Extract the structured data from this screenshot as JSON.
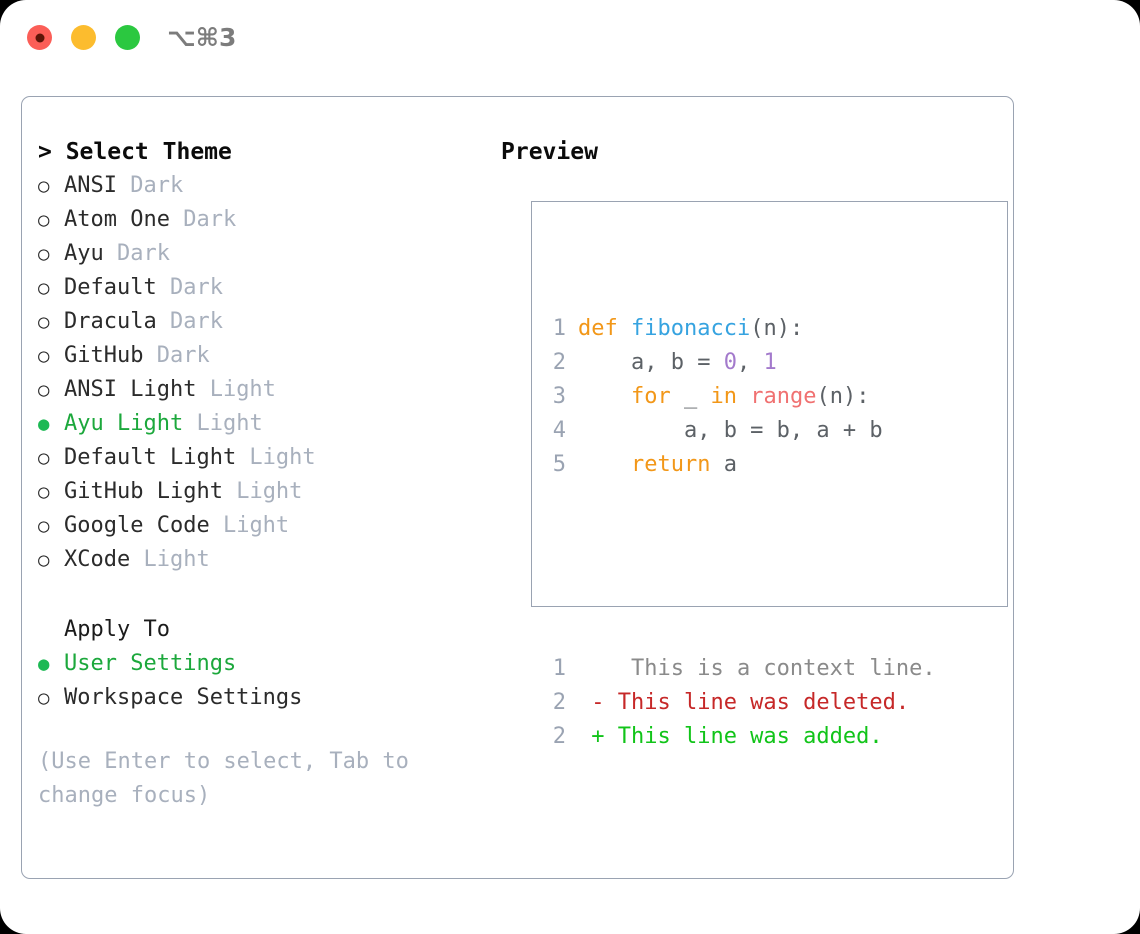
{
  "titlebar": {
    "shortcut": "⌥⌘3",
    "buttons": [
      "close",
      "minimize",
      "maximize"
    ]
  },
  "theme_panel": {
    "heading": "> Select Theme",
    "selected_marker": "●",
    "unselected_marker": "○",
    "items": [
      {
        "name": "ANSI",
        "variant": "Dark",
        "selected": false
      },
      {
        "name": "Atom One",
        "variant": "Dark",
        "selected": false
      },
      {
        "name": "Ayu",
        "variant": "Dark",
        "selected": false
      },
      {
        "name": "Default",
        "variant": "Dark",
        "selected": false
      },
      {
        "name": "Dracula",
        "variant": "Dark",
        "selected": false
      },
      {
        "name": "GitHub",
        "variant": "Dark",
        "selected": false
      },
      {
        "name": "ANSI Light",
        "variant": "Light",
        "selected": false
      },
      {
        "name": "Ayu Light",
        "variant": "Light",
        "selected": true
      },
      {
        "name": "Default Light",
        "variant": "Light",
        "selected": false
      },
      {
        "name": "GitHub Light",
        "variant": "Light",
        "selected": false
      },
      {
        "name": "Google Code",
        "variant": "Light",
        "selected": false
      },
      {
        "name": "XCode",
        "variant": "Light",
        "selected": false
      }
    ]
  },
  "apply_to": {
    "title": "Apply To",
    "options": [
      {
        "label": "User Settings",
        "selected": true
      },
      {
        "label": "Workspace Settings",
        "selected": false
      }
    ]
  },
  "hint": "(Use Enter to select, Tab to change focus)",
  "preview": {
    "heading": "Preview",
    "code_lines": [
      {
        "no": "1",
        "tokens": [
          {
            "t": "def",
            "c": "kw"
          },
          {
            "t": " ",
            "c": "pl"
          },
          {
            "t": "fibonacci",
            "c": "fn"
          },
          {
            "t": "(n):",
            "c": "pl"
          }
        ]
      },
      {
        "no": "2",
        "tokens": [
          {
            "t": "    a, b = ",
            "c": "pl"
          },
          {
            "t": "0",
            "c": "num"
          },
          {
            "t": ", ",
            "c": "pl"
          },
          {
            "t": "1",
            "c": "num"
          }
        ]
      },
      {
        "no": "3",
        "tokens": [
          {
            "t": "    ",
            "c": "pl"
          },
          {
            "t": "for",
            "c": "kw"
          },
          {
            "t": " _ ",
            "c": "pl"
          },
          {
            "t": "in",
            "c": "kw"
          },
          {
            "t": " ",
            "c": "pl"
          },
          {
            "t": "range",
            "c": "call"
          },
          {
            "t": "(n):",
            "c": "pl"
          }
        ]
      },
      {
        "no": "4",
        "tokens": [
          {
            "t": "        a, b = b, a + b",
            "c": "pl"
          }
        ]
      },
      {
        "no": "5",
        "tokens": [
          {
            "t": "    ",
            "c": "pl"
          },
          {
            "t": "return",
            "c": "kw"
          },
          {
            "t": " a",
            "c": "pl"
          }
        ]
      }
    ],
    "diff_lines": [
      {
        "no": "1",
        "marker": " ",
        "text": "  This is a context line.",
        "kind": "ctx"
      },
      {
        "no": "2",
        "marker": "-",
        "text": " This line was deleted.",
        "kind": "del"
      },
      {
        "no": "2",
        "marker": "+",
        "text": " This line was added.",
        "kind": "add"
      }
    ]
  },
  "colors": {
    "selected_green": "#1ca83c",
    "muted_gray": "#a8b0bd",
    "border": "#9aa3b2",
    "keyword_orange": "#f29718",
    "function_blue": "#36a3e0",
    "number_purple": "#a37acc",
    "call_salmon": "#f07171",
    "diff_delete_red": "#c62828",
    "diff_add_green": "#11c419"
  }
}
